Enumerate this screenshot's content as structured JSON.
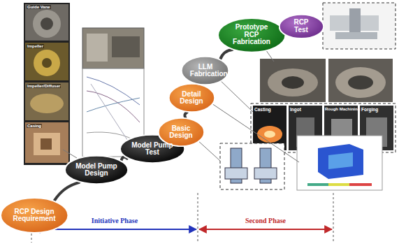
{
  "diagram": {
    "nodes": [
      {
        "text": [
          "RCP Design Requirement"
        ]
      },
      {
        "text": [
          "Model Pump Design"
        ]
      },
      {
        "text": [
          "Model Pump Test"
        ]
      },
      {
        "text": [
          "Basic Design"
        ]
      },
      {
        "text": [
          "Detail Design"
        ]
      },
      {
        "text": [
          "LLM Fabrication"
        ]
      },
      {
        "text": [
          "Prototype RCP Fabrication"
        ]
      },
      {
        "text": [
          "RCP Test"
        ]
      }
    ],
    "edges": [
      {
        "from": 0,
        "to": 1,
        "arrow": "none"
      },
      {
        "from": 1,
        "to": 2,
        "arrow": "none"
      },
      {
        "from": 2,
        "to": 3,
        "arrow": "none"
      },
      {
        "from": 3,
        "to": 4,
        "arrow": "none"
      },
      {
        "from": 4,
        "to": 5,
        "arrow": "none"
      },
      {
        "from": 5,
        "to": 6,
        "arrow": "none"
      },
      {
        "from": 6,
        "to": 7,
        "arrow": "none"
      }
    ],
    "labels": [
      "Guide Vane",
      "Impeller",
      "Impeller/Diffuser",
      "Casing",
      "Casting",
      "Ingot",
      "Rough Machining",
      "Forging",
      "Initiative Phase",
      "Second Phase"
    ]
  }
}
